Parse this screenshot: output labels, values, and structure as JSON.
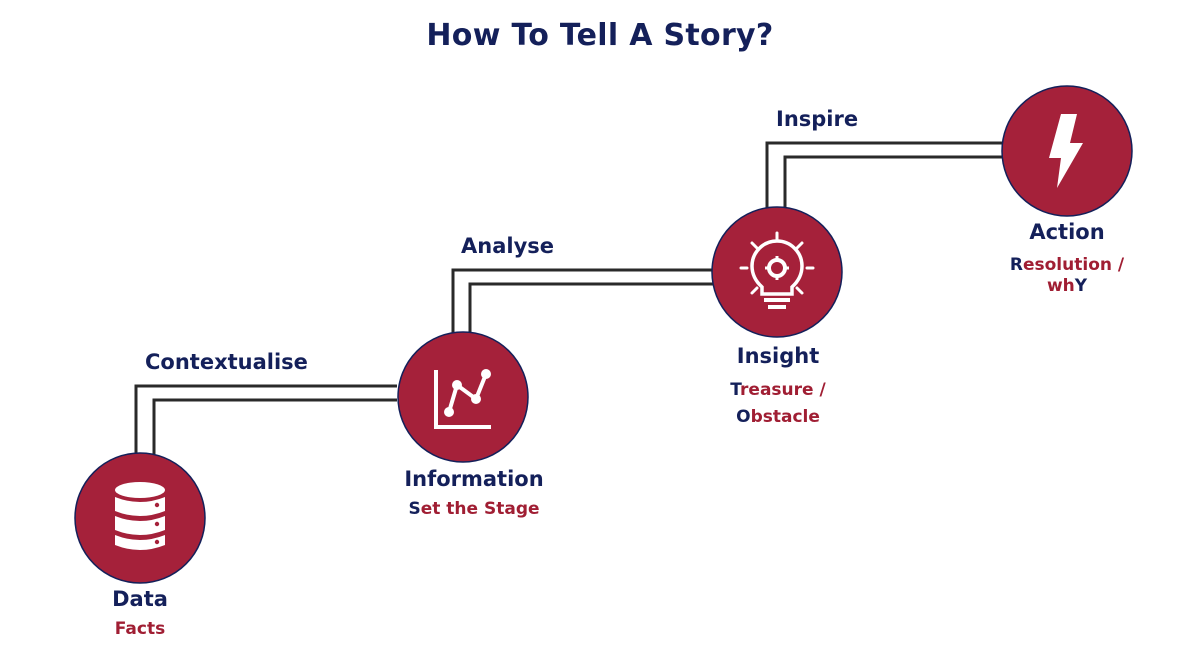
{
  "title": "How To Tell A Story?",
  "colors": {
    "navy": "#14205a",
    "crimson": "#a5213a",
    "subtitle": "#a01e33",
    "line": "#2a2a2a"
  },
  "stages": [
    {
      "name": "Data",
      "icon": "database-icon",
      "subtitle_first": "",
      "subtitle_rest": "Facts"
    },
    {
      "name": "Information",
      "icon": "line-chart-icon",
      "subtitle_first": "S",
      "subtitle_rest": "et the Stage"
    },
    {
      "name": "Insight",
      "icon": "lightbulb-gear-icon",
      "subtitle_first": "T",
      "subtitle_rest": "reasure /",
      "subtitle2_first": "O",
      "subtitle2_rest": "bstacle"
    },
    {
      "name": "Action",
      "icon": "lightning-bolt-icon",
      "subtitle_first": "R",
      "subtitle_rest": "esolution /",
      "subtitle2_first": "wh",
      "subtitle2_last": "Y"
    }
  ],
  "connectors": [
    {
      "label": "Contextualise"
    },
    {
      "label": "Analyse"
    },
    {
      "label": "Inspire"
    }
  ]
}
